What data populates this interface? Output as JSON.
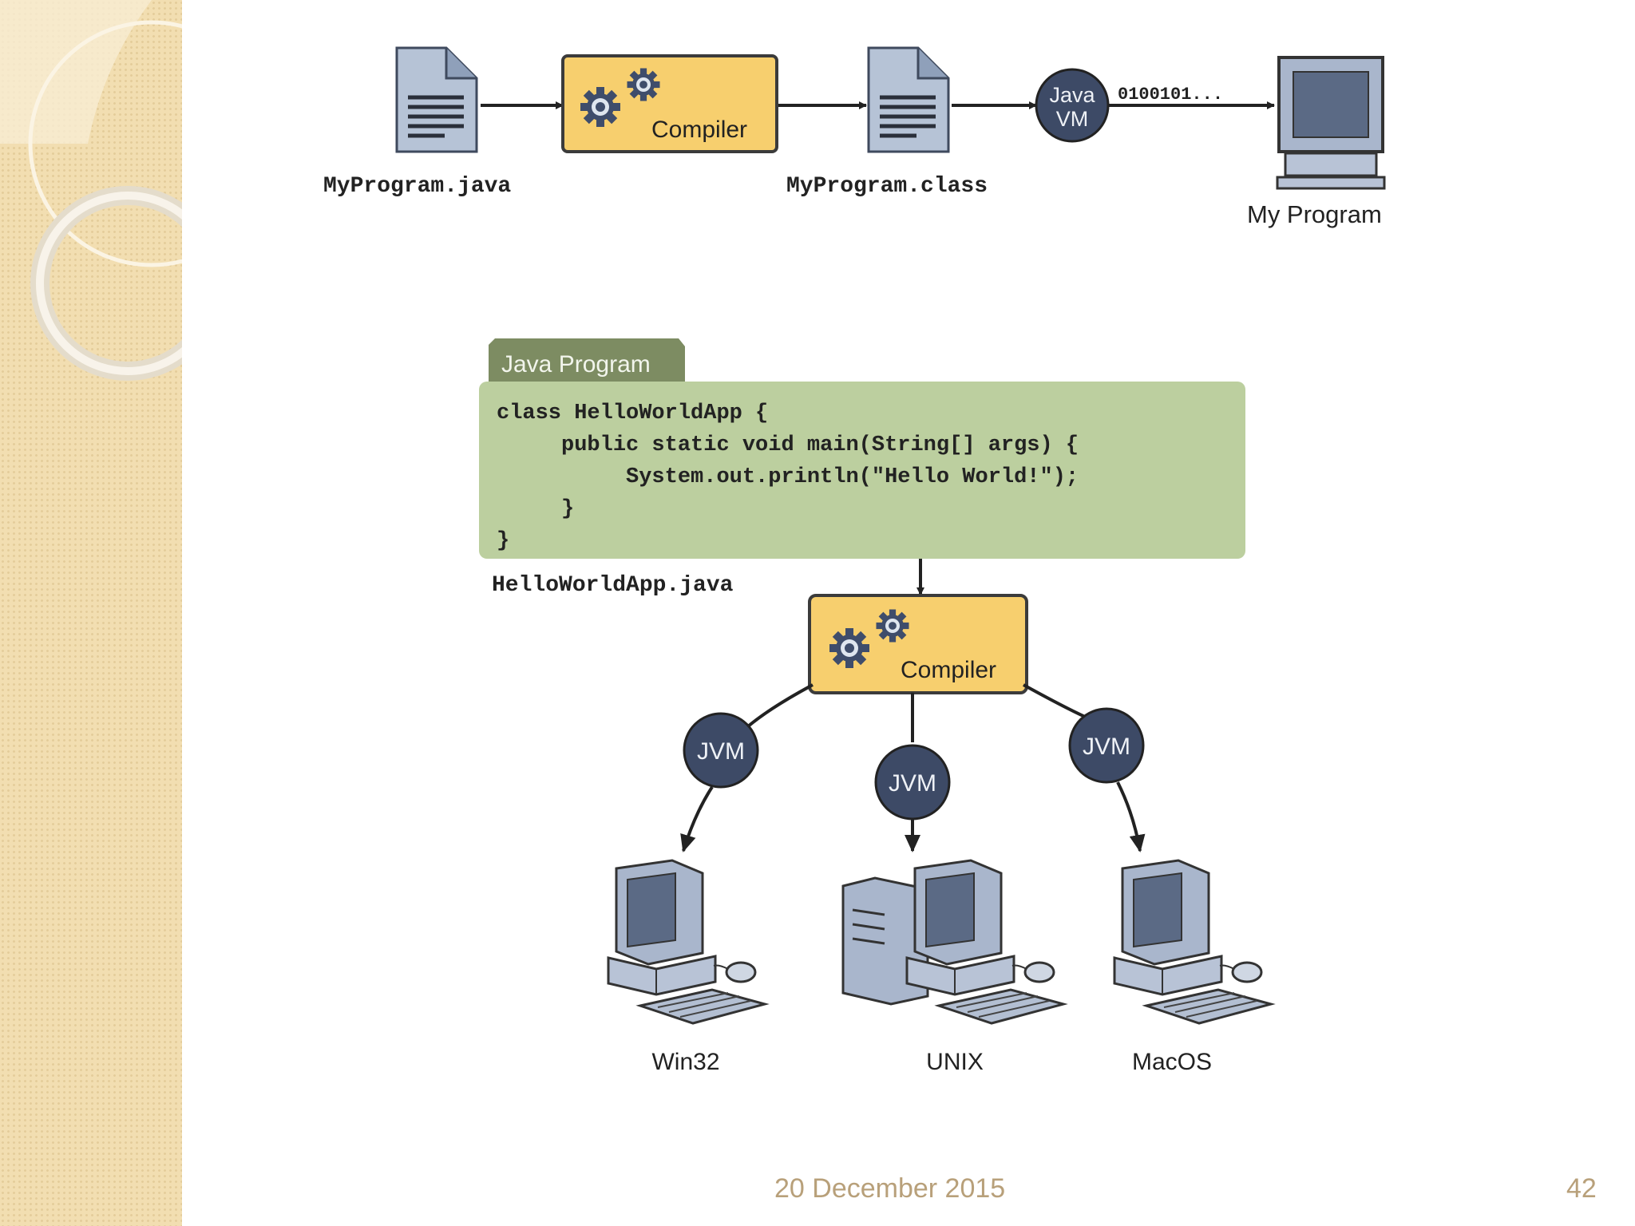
{
  "pipeline": {
    "source_file": "MyProgram.java",
    "compiler_label": "Compiler",
    "class_file": "MyProgram.class",
    "vm_line1": "Java",
    "vm_line2": "VM",
    "binary_text": "0100101...",
    "program_label": "My Program"
  },
  "hello_world": {
    "tab_label": "Java Program",
    "code_lines": [
      "class HelloWorldApp {",
      "     public static void main(String[] args) {",
      "          System.out.println(\"Hello World!\");",
      "     }",
      "}"
    ],
    "file_label": "HelloWorldApp.java",
    "compiler_label": "Compiler",
    "jvm_label": "JVM",
    "platforms": [
      "Win32",
      "UNIX",
      "MacOS"
    ]
  },
  "footer": {
    "date": "20 December 2015",
    "page": "42"
  },
  "colors": {
    "sidebar": "#f2deb1",
    "compiler_box": "#f7cf6e",
    "jvm_circle": "#3d4a66",
    "code_box": "#bccf9f",
    "tab": "#7d8c62",
    "device_blue": "#a9b6cc"
  }
}
